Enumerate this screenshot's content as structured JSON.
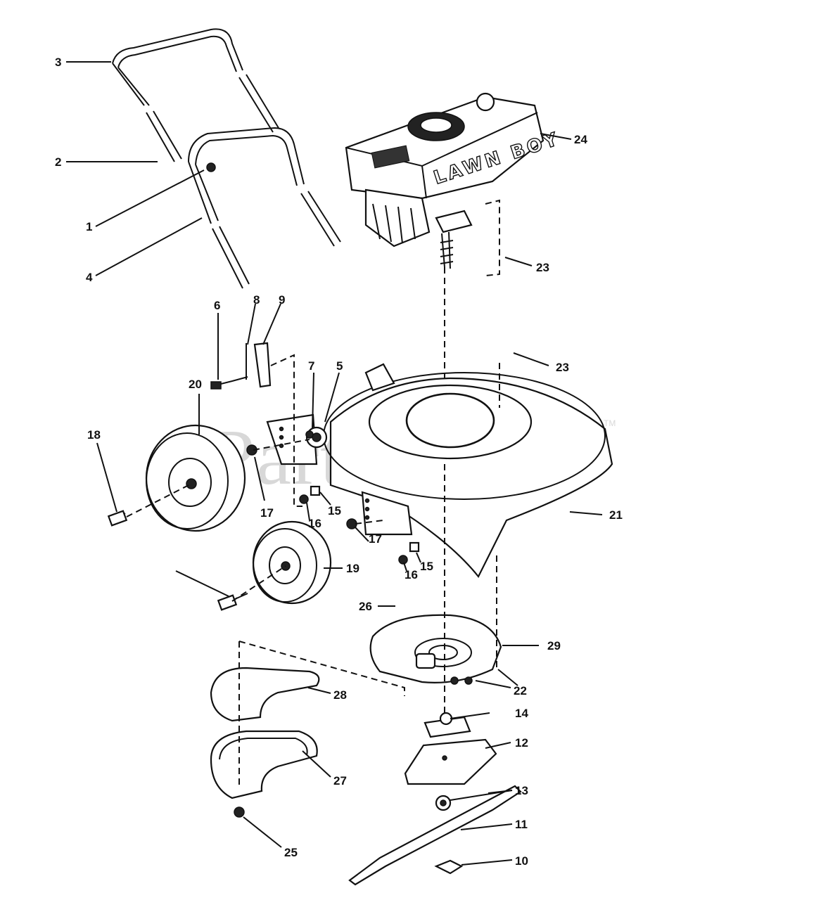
{
  "watermark": {
    "text": "PartsTree",
    "tm": "TM"
  },
  "engine_brand": "LAWN BOY",
  "callouts": [
    {
      "id": "c3",
      "label": "3"
    },
    {
      "id": "c2",
      "label": "2"
    },
    {
      "id": "c1",
      "label": "1"
    },
    {
      "id": "c4",
      "label": "4"
    },
    {
      "id": "c24",
      "label": "24"
    },
    {
      "id": "c23a",
      "label": "23"
    },
    {
      "id": "c23b",
      "label": "23"
    },
    {
      "id": "c6",
      "label": "6"
    },
    {
      "id": "c8",
      "label": "8"
    },
    {
      "id": "c9",
      "label": "9"
    },
    {
      "id": "c7",
      "label": "7"
    },
    {
      "id": "c5",
      "label": "5"
    },
    {
      "id": "c20",
      "label": "20"
    },
    {
      "id": "c18",
      "label": "18"
    },
    {
      "id": "c17a",
      "label": "17"
    },
    {
      "id": "c15a",
      "label": "15"
    },
    {
      "id": "c16a",
      "label": "16"
    },
    {
      "id": "c21",
      "label": "21"
    },
    {
      "id": "c17b",
      "label": "17"
    },
    {
      "id": "c15b",
      "label": "15"
    },
    {
      "id": "c16b",
      "label": "16"
    },
    {
      "id": "c19",
      "label": "19"
    },
    {
      "id": "c26",
      "label": "26"
    },
    {
      "id": "c29",
      "label": "29"
    },
    {
      "id": "c22",
      "label": "22"
    },
    {
      "id": "c28",
      "label": "28"
    },
    {
      "id": "c14",
      "label": "14"
    },
    {
      "id": "c12",
      "label": "12"
    },
    {
      "id": "c27",
      "label": "27"
    },
    {
      "id": "c13",
      "label": "13"
    },
    {
      "id": "c11",
      "label": "11"
    },
    {
      "id": "c25",
      "label": "25"
    },
    {
      "id": "c10",
      "label": "10"
    }
  ]
}
